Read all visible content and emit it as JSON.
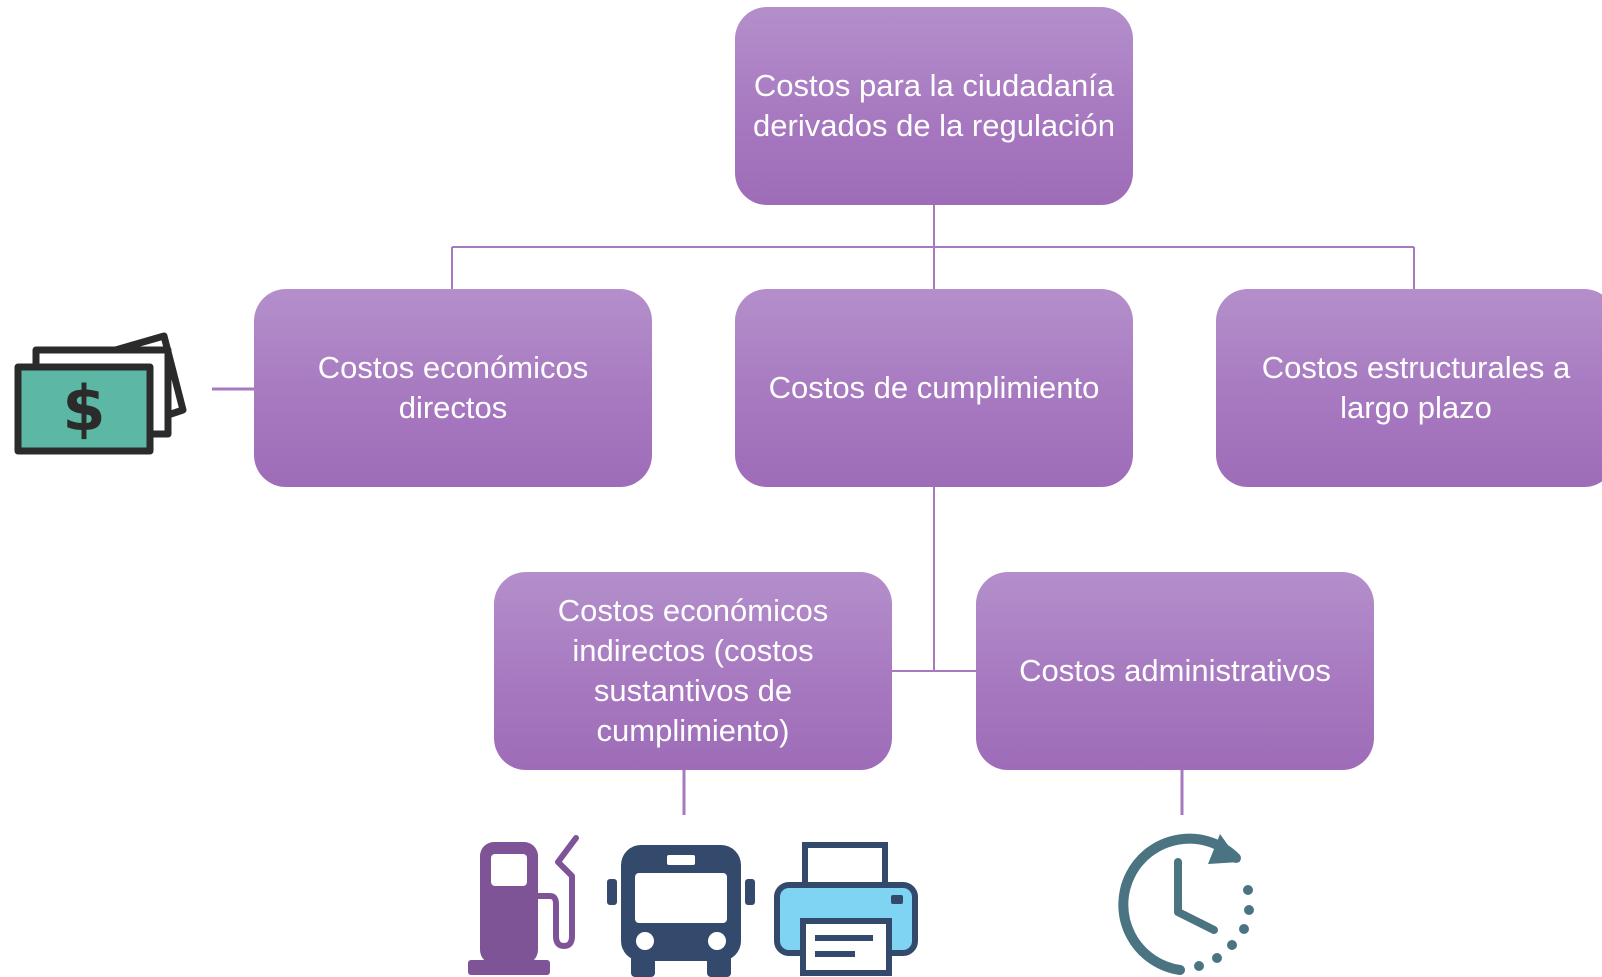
{
  "diagram": {
    "root": {
      "label": "Costos para la ciudadanía derivados de la regulación"
    },
    "level1": [
      {
        "id": "directos",
        "label": "Costos económicos directos",
        "icon": "money-icon"
      },
      {
        "id": "cumplimiento",
        "label": "Costos de cumplimiento"
      },
      {
        "id": "estructurales",
        "label": "Costos estructurales a largo plazo"
      }
    ],
    "level2": [
      {
        "id": "indirectos",
        "label": "Costos económicos indirectos (costos sustantivos de cumplimiento)",
        "icons": [
          "fuel-pump-icon",
          "bus-icon",
          "printer-icon"
        ]
      },
      {
        "id": "administrativos",
        "label": "Costos administrativos",
        "icons": [
          "clock-icon"
        ]
      }
    ],
    "colors": {
      "node": "#a779c0",
      "connector": "#a779c0",
      "money": "#5cb8a4",
      "fuel": "#7e5497",
      "bus": "#344a6c",
      "printer": "#7fd3f3",
      "clock": "#4b7482"
    }
  }
}
